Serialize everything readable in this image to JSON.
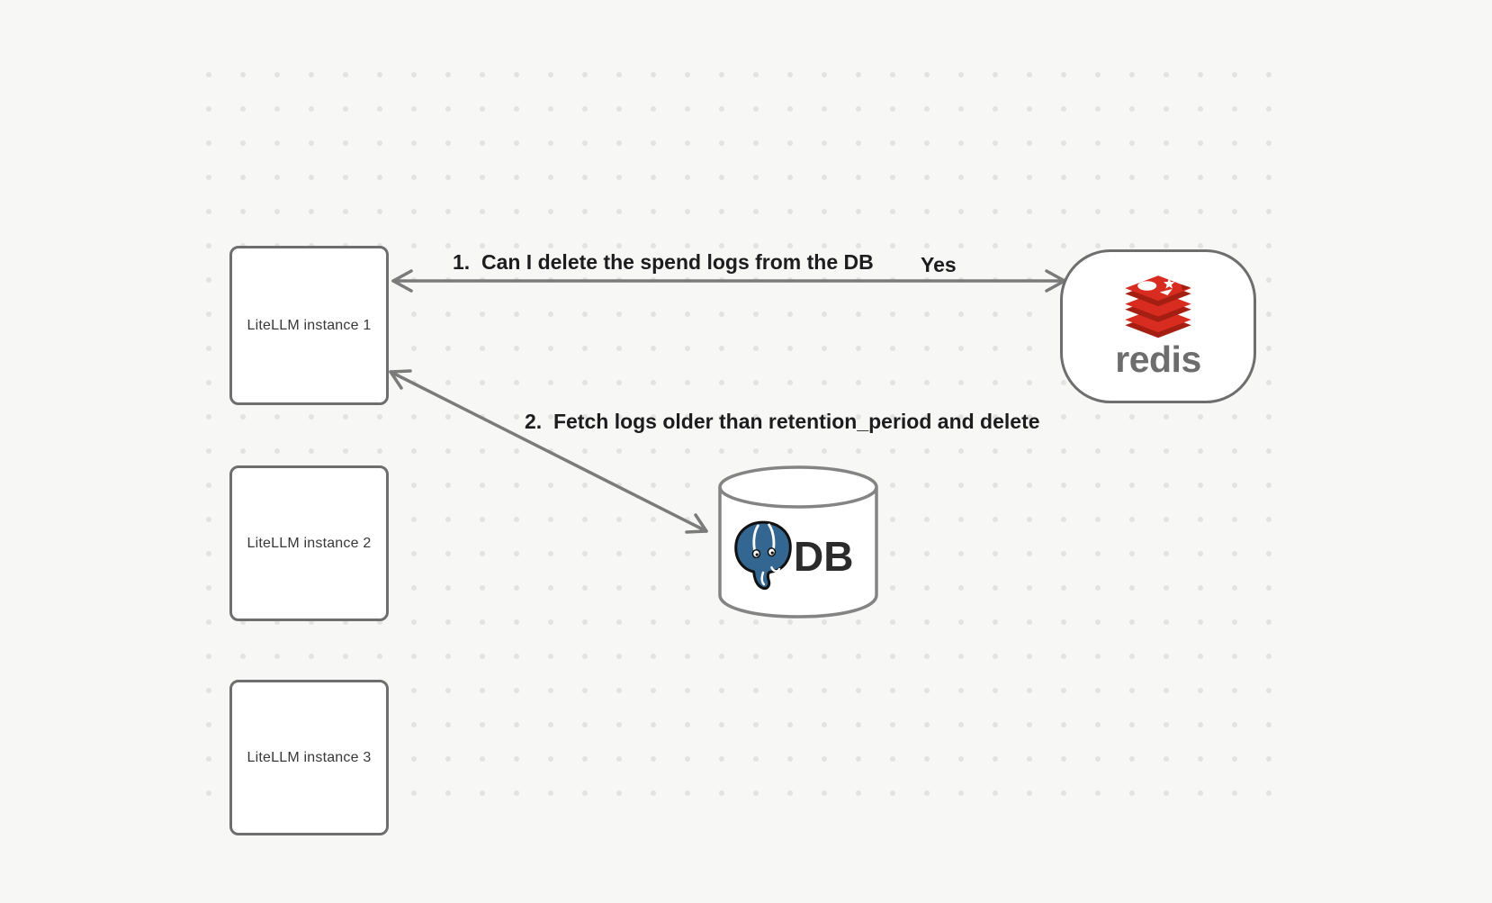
{
  "nodes": {
    "instance1": {
      "label": "LiteLLM instance 1"
    },
    "instance2": {
      "label": "LiteLLM instance 2"
    },
    "instance3": {
      "label": "LiteLLM instance 3"
    },
    "redis": {
      "wordmark": "redis"
    },
    "db": {
      "label": "DB"
    }
  },
  "edges": {
    "redis_query": {
      "label": "1.  Can I delete the spend logs from the DB",
      "reply": "Yes"
    },
    "db_fetch": {
      "label": "2.  Fetch logs older than retention_period and delete"
    }
  },
  "icons": {
    "redis_logo": "redis-logo-icon",
    "postgres_logo": "postgresql-elephant-icon",
    "db_cylinder": "database-cylinder-shape"
  },
  "colors": {
    "background": "#f7f7f6",
    "grid_dot": "#e3e3e1",
    "edge_stroke": "#7b7b7b",
    "shape_border": "#6e6e6e",
    "label_text": "#1d1d1f",
    "node_text": "#38383a",
    "redis_red": "#d82c20",
    "redis_red_dark": "#a41e11",
    "redis_wordmark_gray": "#6d6d6d",
    "postgres_blue": "#336791",
    "db_text": "#2b2b2b"
  }
}
